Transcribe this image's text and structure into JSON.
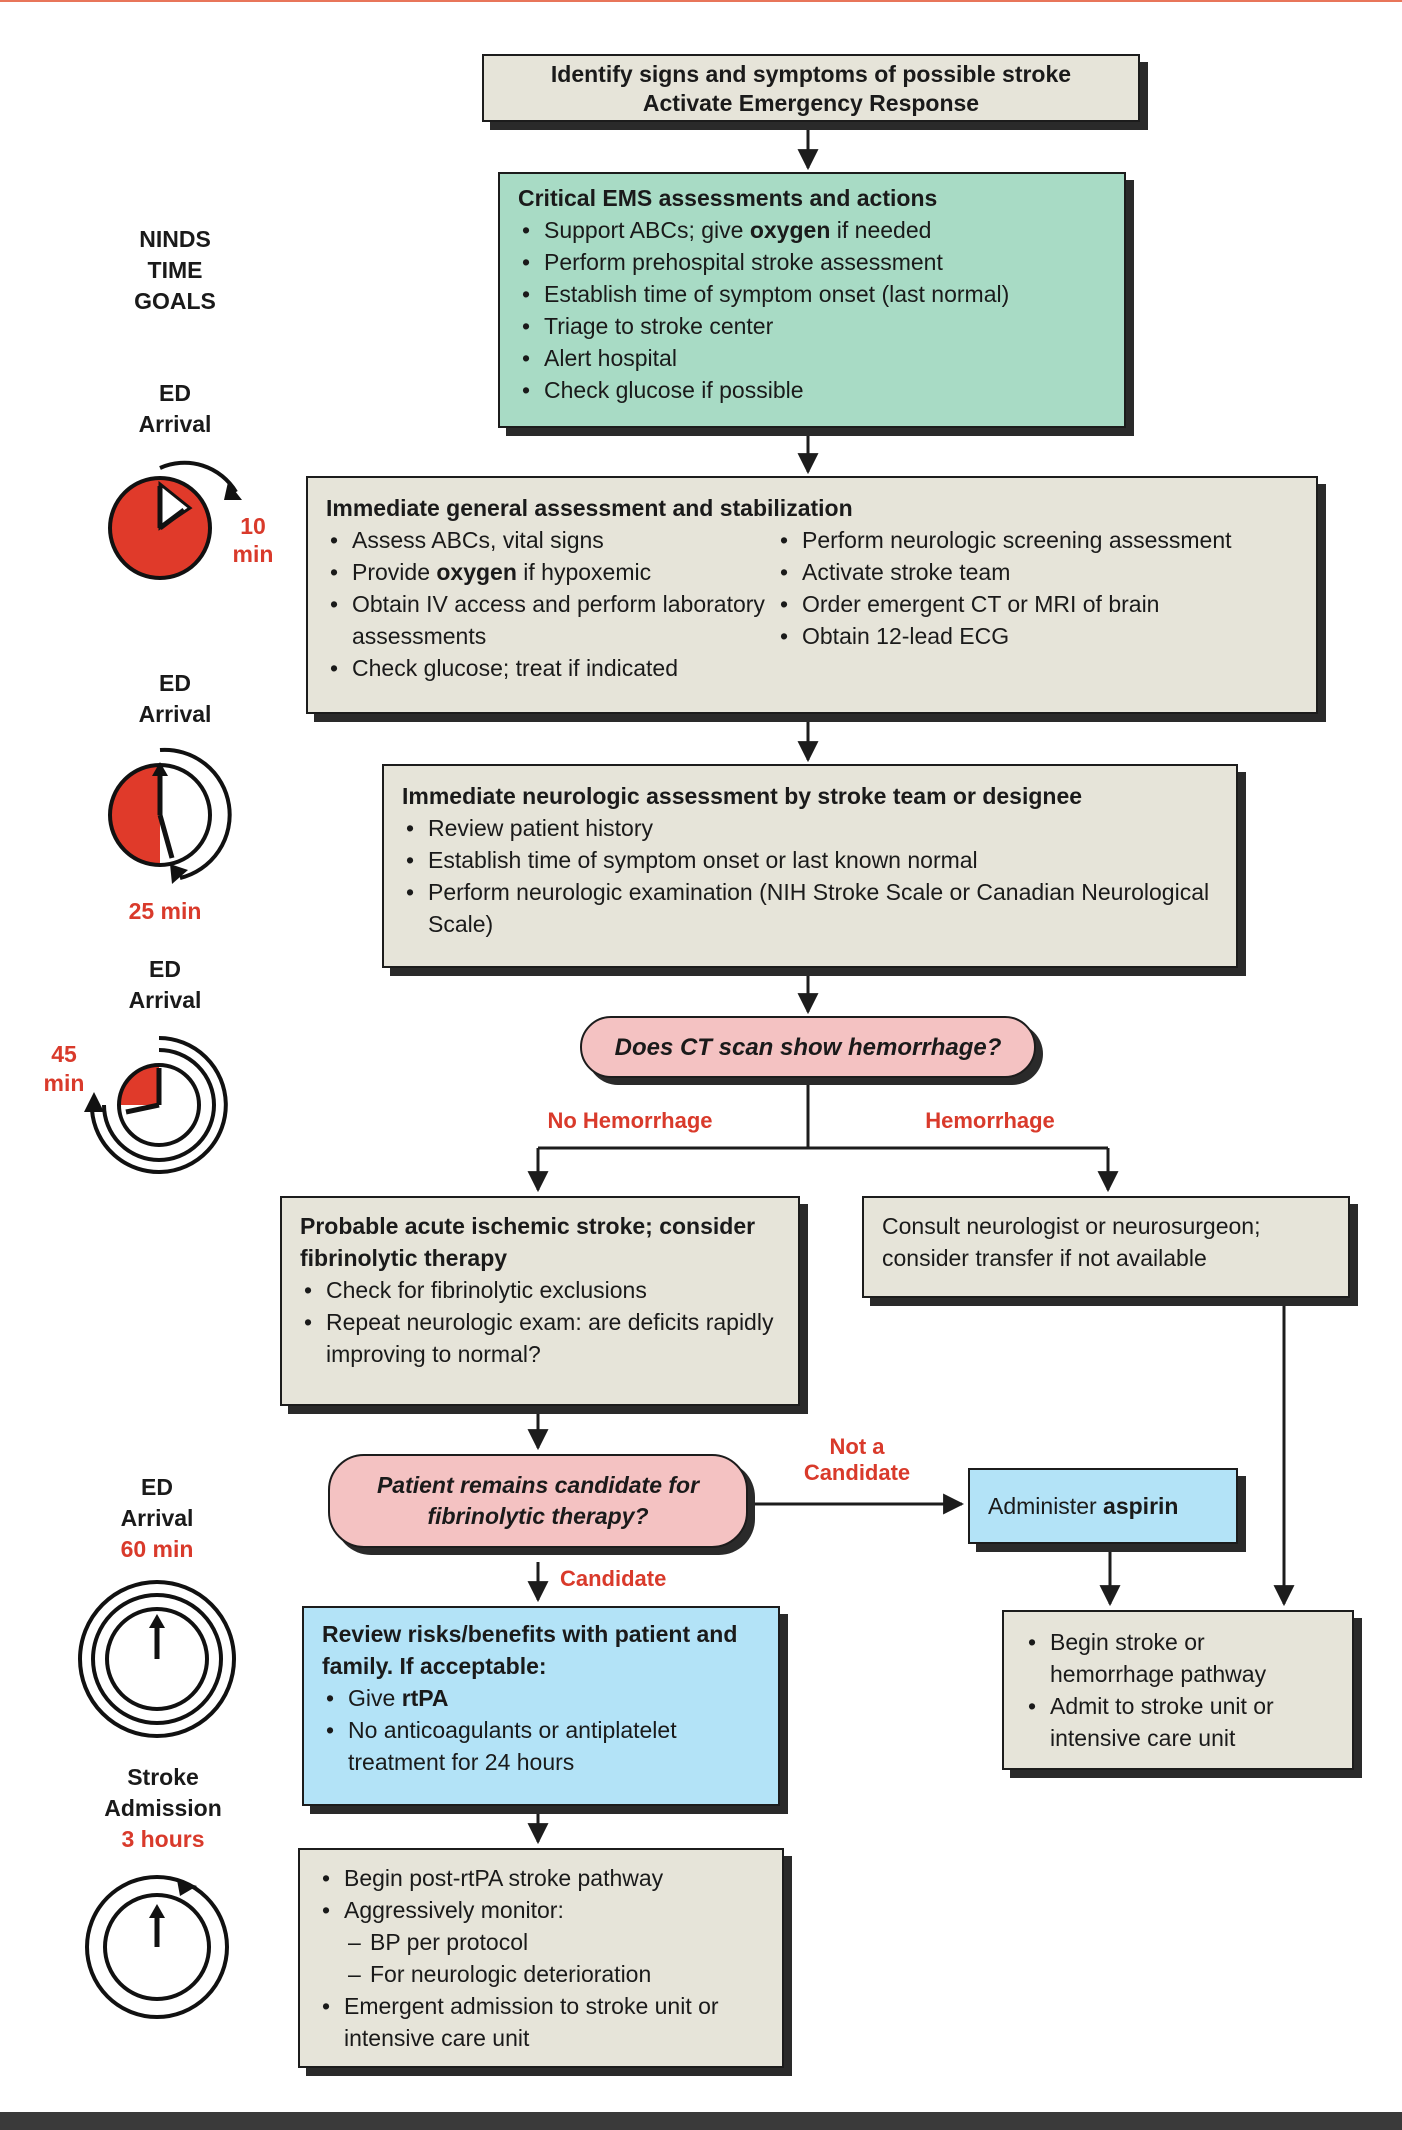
{
  "flowchart": {
    "start": {
      "line1": "Identify signs and symptoms of possible stroke",
      "line2": "Activate Emergency Response"
    },
    "ems": {
      "title": "Critical EMS assessments and actions",
      "item1_pre": "Support ABCs; give ",
      "item1_bold": "oxygen",
      "item1_post": " if needed",
      "item2": "Perform prehospital stroke assessment",
      "item3": "Establish time of symptom onset (last normal)",
      "item4": "Triage to stroke center",
      "item5": "Alert hospital",
      "item6": "Check glucose if possible"
    },
    "general": {
      "title": "Immediate general assessment and stabilization",
      "left1": "Assess ABCs, vital signs",
      "left2_pre": "Provide ",
      "left2_bold": "oxygen",
      "left2_post": " if hypoxemic",
      "left3": "Obtain IV access and perform laboratory assessments",
      "left4": "Check glucose; treat if indicated",
      "right1": "Perform neurologic screening assessment",
      "right2": "Activate stroke team",
      "right3": "Order emergent CT or MRI of brain",
      "right4": "Obtain 12-lead ECG"
    },
    "neuro": {
      "title": "Immediate neurologic assessment by stroke team or designee",
      "item1": "Review patient history",
      "item2": "Establish time of symptom onset or last known normal",
      "item3": "Perform neurologic examination (NIH Stroke Scale or Canadian Neurological Scale)"
    },
    "ct_question": "Does CT scan show hemorrhage?",
    "no_hemorrhage_label": "No Hemorrhage",
    "hemorrhage_label": "Hemorrhage",
    "ischemic": {
      "title": "Probable acute ischemic stroke; consider fibrinolytic therapy",
      "item1": "Check for fibrinolytic exclusions",
      "item2": "Repeat neurologic exam: are deficits rapidly improving to normal?"
    },
    "consult": "Consult neurologist or neurosurgeon; consider transfer if not available",
    "candidate_question": "Patient remains candidate for fibrinolytic therapy?",
    "not_candidate_label": "Not a Candidate",
    "candidate_label": "Candidate",
    "aspirin": {
      "pre": "Administer ",
      "bold": "aspirin"
    },
    "review": {
      "title": "Review risks/benefits with patient and family. If acceptable:",
      "item1_pre": "Give ",
      "item1_bold": "rtPA",
      "item2": "No anticoagulants or antiplatelet treatment for 24 hours"
    },
    "pathway": {
      "item1": "Begin stroke or hemorrhage pathway",
      "item2": "Admit to stroke unit or intensive care unit"
    },
    "post": {
      "item1": "Begin post-rtPA stroke pathway",
      "item2": "Aggressively monitor:",
      "sub1": "BP per protocol",
      "sub2": "For neurologic deterioration",
      "item3": "Emergent admission to stroke unit or intensive care unit"
    }
  },
  "time_goals": {
    "heading_line1": "NINDS",
    "heading_line2": "TIME",
    "heading_line3": "GOALS",
    "g10": {
      "line1": "ED",
      "line2": "Arrival",
      "time_line1": "10",
      "time_line2": "min"
    },
    "g25": {
      "line1": "ED",
      "line2": "Arrival",
      "time": "25 min"
    },
    "g45": {
      "line1": "ED",
      "line2": "Arrival",
      "time_line1": "45",
      "time_line2": "min"
    },
    "g60": {
      "line1": "ED",
      "line2": "Arrival",
      "time": "60 min"
    },
    "g3h": {
      "line1": "Stroke",
      "line2": "Admission",
      "time": "3 hours"
    }
  },
  "colors": {
    "gray_box": "#e6e4d9",
    "teal_box": "#a8dbc5",
    "blue_box": "#b3e3f7",
    "pink_decision": "#f4c2c2",
    "red_text": "#d93a2b",
    "clock_red": "#e03a2a"
  }
}
